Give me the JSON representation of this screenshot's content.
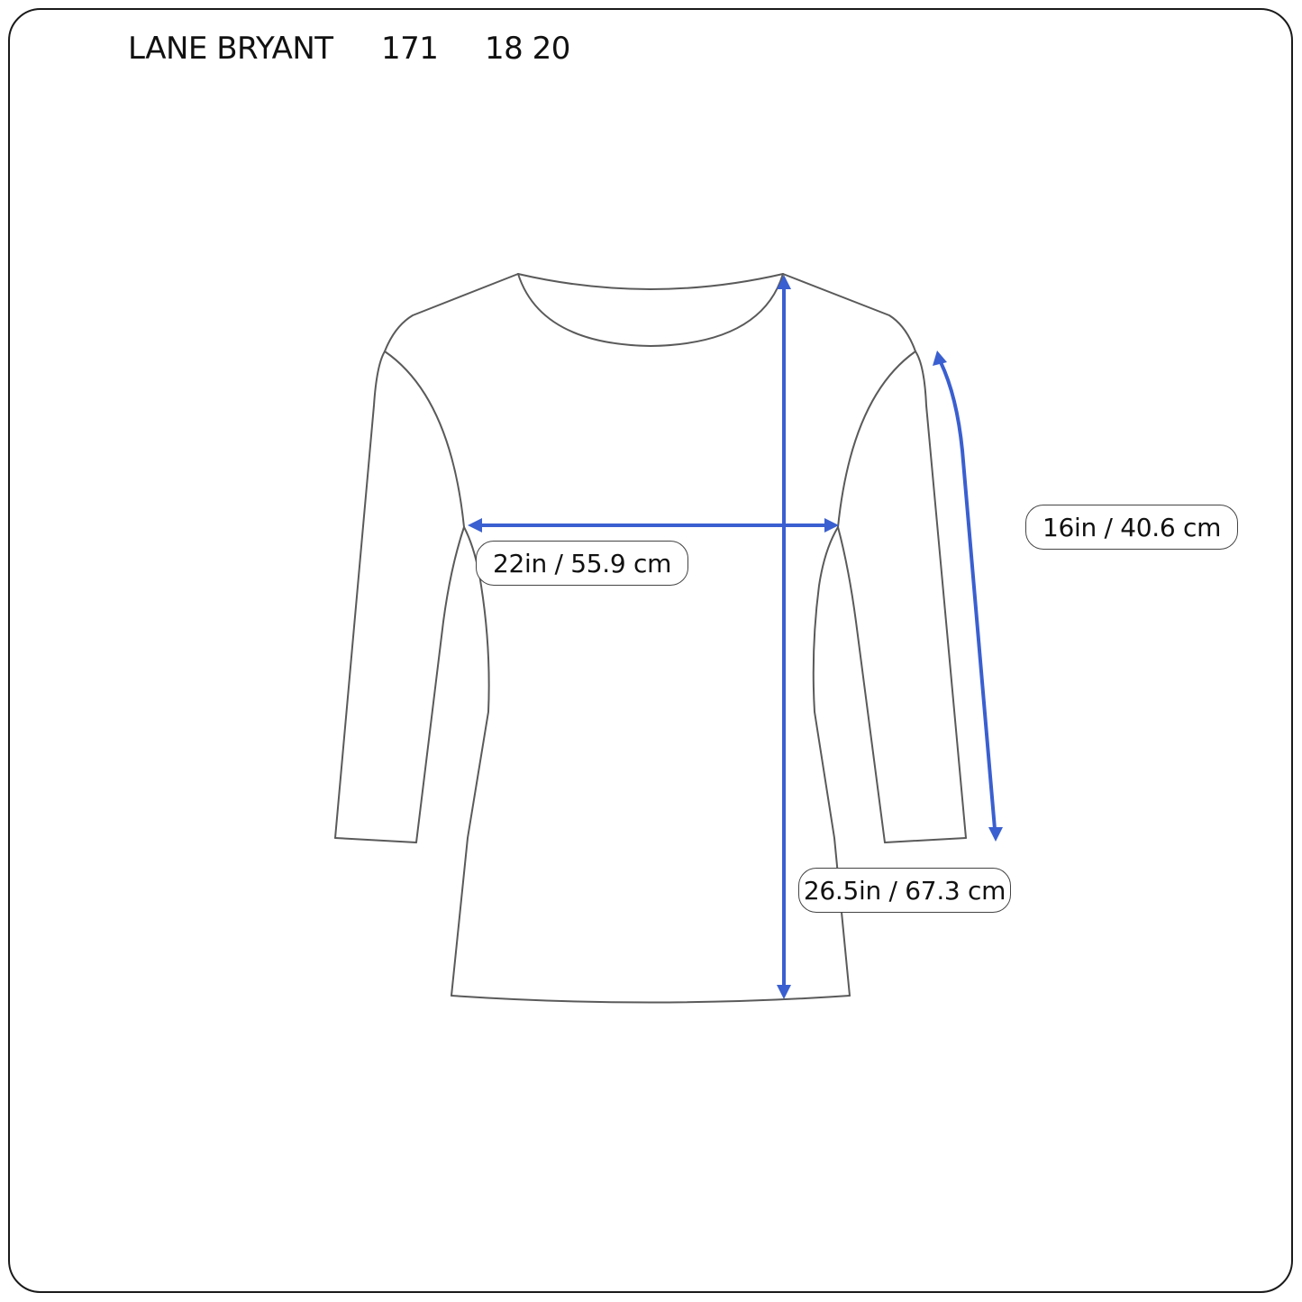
{
  "header": {
    "brand": "LANE BRYANT",
    "code": "171",
    "size": "18 20"
  },
  "garment": {
    "type": "three-quarter sleeve top",
    "outline_color": "#5a5a5a"
  },
  "measurements": {
    "color": "#3a5fd0",
    "chest": {
      "label": "22in / 55.9 cm"
    },
    "sleeve": {
      "label": "16in / 40.6 cm"
    },
    "length": {
      "label": "26.5in / 67.3 cm"
    }
  }
}
